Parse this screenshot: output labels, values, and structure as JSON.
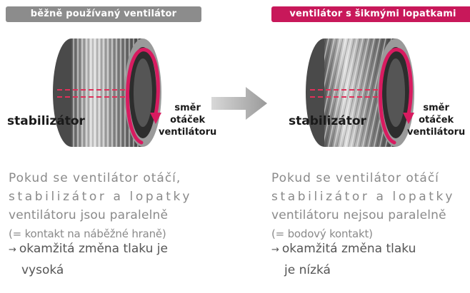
{
  "colors": {
    "left_tag": "#8c8c8c",
    "right_tag": "#c8185a",
    "rotation_arrow": "#d81b60",
    "stabilizer_line": "#e0305a"
  },
  "left": {
    "tag": "běžně používaný ventilátor",
    "stabilizer_label": "stabilizátor",
    "direction_lines": [
      "směr",
      "otáček",
      "ventilátoru"
    ],
    "desc_lines": [
      "Pokud se ventilátor otáčí,",
      "stabilizátor a lopatky",
      "ventilátoru jsou paralelně",
      "(= kontakt na náběžné hraně)"
    ],
    "result_lines": [
      "okamžitá změna tlaku je",
      "vysoká"
    ]
  },
  "right": {
    "tag": "ventilátor s šikmými lopatkami",
    "stabilizer_label": "stabilizátor",
    "direction_lines": [
      "směr",
      "otáček",
      "ventilátoru"
    ],
    "desc_lines": [
      "Pokud se ventilátor otáčí",
      "stabilizátor a lopatky",
      "ventilátoru nejsou paralelně",
      "(= bodový kontakt)"
    ],
    "result_lines": [
      "okamžitá změna tlaku",
      "je nízká"
    ]
  },
  "icons": {
    "fan": "fan-drum-icon",
    "rotation": "rotation-arrow-icon",
    "transition": "right-arrow-icon",
    "bullet": "small-arrow-icon"
  }
}
